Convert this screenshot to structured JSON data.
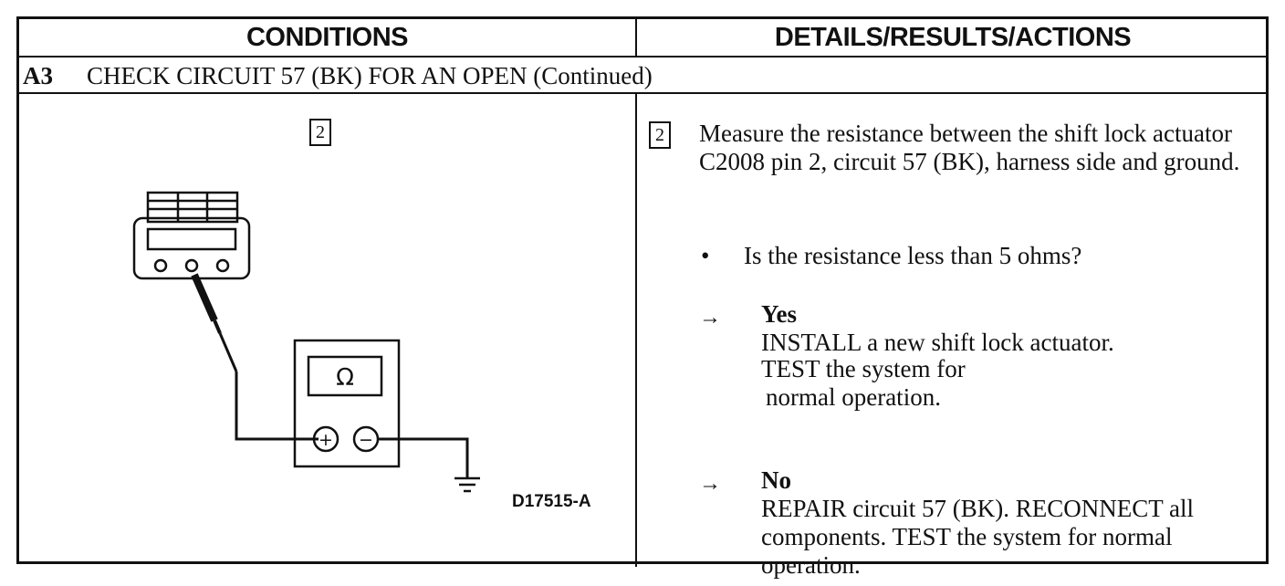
{
  "header": {
    "conditions": "CONDITIONS",
    "details": "DETAILS/RESULTS/ACTIONS"
  },
  "step": {
    "id": "A3",
    "title": "CHECK CIRCUIT 57 (BK) FOR AN OPEN (Continued)"
  },
  "left": {
    "step_box": "2",
    "figure_id": "D17515-A",
    "meter_symbol": "Ω",
    "plus_symbol": "+",
    "minus_symbol": "−"
  },
  "right": {
    "step_box": "2",
    "measure_text": "Measure the resistance between the shift lock actuator C2008 pin 2, circuit 57 (BK), harness side and ground.",
    "bullet": "•",
    "question": "Is the resistance less than 5 ohms?",
    "arrow": "→",
    "yes_label": "Yes",
    "yes_line1": "INSTALL a new shift lock actuator.",
    "yes_line2": "TEST the system for",
    "yes_line3": "normal operation.",
    "no_label": "No",
    "no_text": "REPAIR circuit 57 (BK). RECONNECT all components. TEST the system for normal operation."
  }
}
